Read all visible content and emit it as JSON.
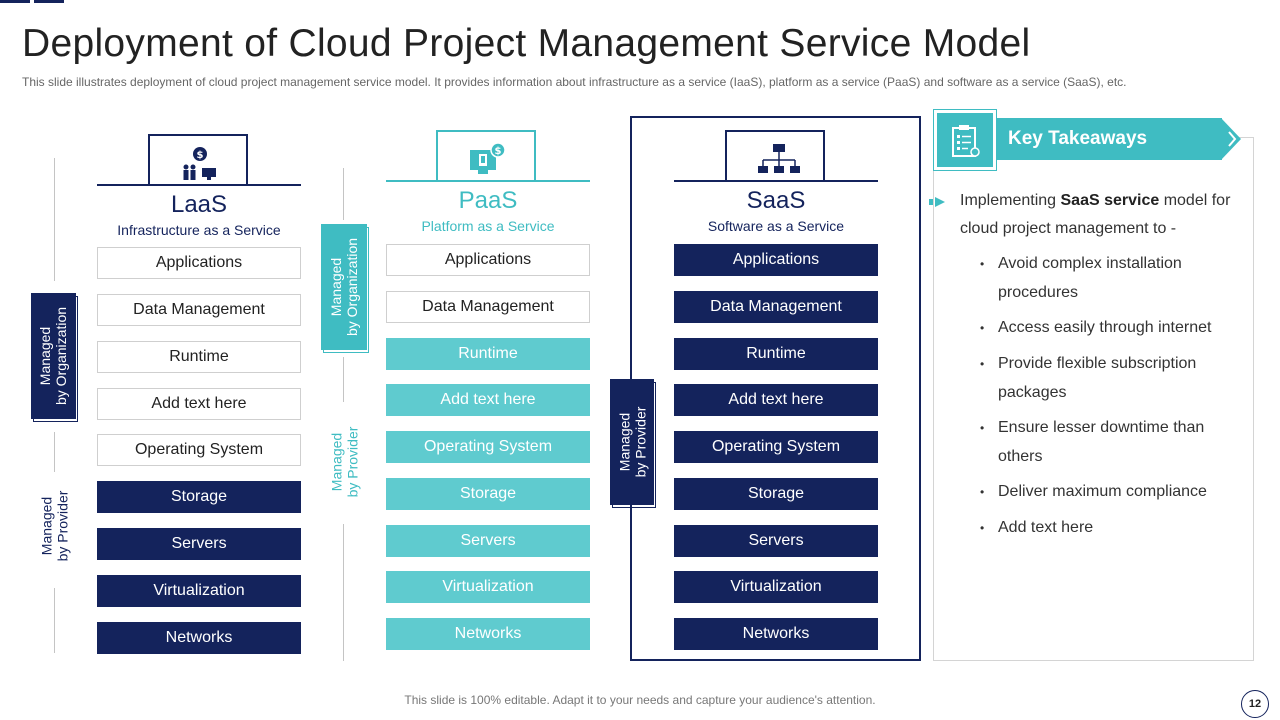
{
  "slide": {
    "title": "Deployment of Cloud Project Management Service Model",
    "subtitle": "This slide illustrates deployment of cloud project management service model. It provides information about infrastructure as a service (IaaS), platform as a service (PaaS) and software as a service (SaaS), etc.",
    "footer": "This slide is 100% editable. Adapt it to your needs and capture your audience's attention.",
    "page_number": "12"
  },
  "colors": {
    "navy": "#14235c",
    "teal": "#3fbcc2",
    "teal_light": "#5fcbcf"
  },
  "columns": [
    {
      "name": "LaaS",
      "full_name": "Infrastructure as a Service",
      "icon": "infrastructure-icon",
      "layers": [
        "Applications",
        "Data Management",
        "Runtime",
        "Add text here",
        "Operating System",
        "Storage",
        "Servers",
        "Virtualization",
        "Networks"
      ],
      "managed_by_organization": "Managed\nby Organization",
      "managed_by_provider": "Managed\nby Provider"
    },
    {
      "name": "PaaS",
      "full_name": "Platform as a Service",
      "icon": "platform-icon",
      "layers": [
        "Applications",
        "Data Management",
        "Runtime",
        "Add text here",
        "Operating System",
        "Storage",
        "Servers",
        "Virtualization",
        "Networks"
      ],
      "managed_by_organization": "Managed\nby Organization",
      "managed_by_provider": "Managed\nby Provider"
    },
    {
      "name": "SaaS",
      "full_name": "Software as a Service",
      "icon": "network-icon",
      "layers": [
        "Applications",
        "Data Management",
        "Runtime",
        "Add text here",
        "Operating System",
        "Storage",
        "Servers",
        "Virtualization",
        "Networks"
      ],
      "managed_by_provider": "Managed\nby Provider"
    }
  ],
  "key_takeaways": {
    "heading": "Key Takeaways",
    "icon": "clipboard-icon",
    "intro_prefix": "Implementing ",
    "intro_bold": "SaaS service",
    "intro_suffix": " model for cloud project management to -",
    "items": [
      "Avoid complex installation procedures",
      "Access easily through internet",
      "Provide flexible subscription packages",
      "Ensure lesser downtime than others",
      "Deliver maximum compliance",
      "Add text here"
    ]
  }
}
